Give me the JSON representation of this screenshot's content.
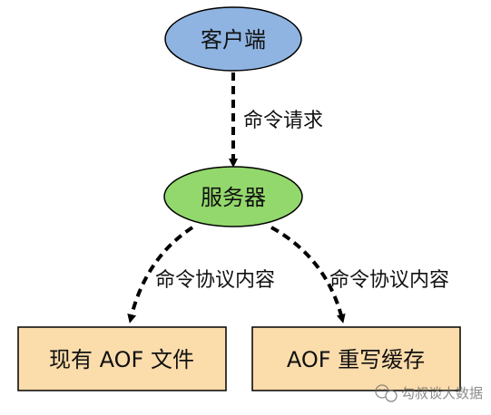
{
  "nodes": {
    "client": {
      "label": "客户端",
      "fill": "#8fb4e2"
    },
    "server": {
      "label": "服务器",
      "fill": "#93d86c"
    },
    "aof_file": {
      "label": "现有 AOF 文件",
      "fill": "#fbdcab"
    },
    "aof_rewrite": {
      "label": "AOF 重写缓存",
      "fill": "#fbdcab"
    }
  },
  "edges": {
    "client_to_server": {
      "label": "命令请求"
    },
    "server_to_file": {
      "label": "命令协议内容"
    },
    "server_to_rewrite": {
      "label": "命令协议内容"
    }
  },
  "watermark": {
    "text": "勾叔谈大数据",
    "icon": "wechat-icon"
  },
  "colors": {
    "stroke": "#000000"
  }
}
